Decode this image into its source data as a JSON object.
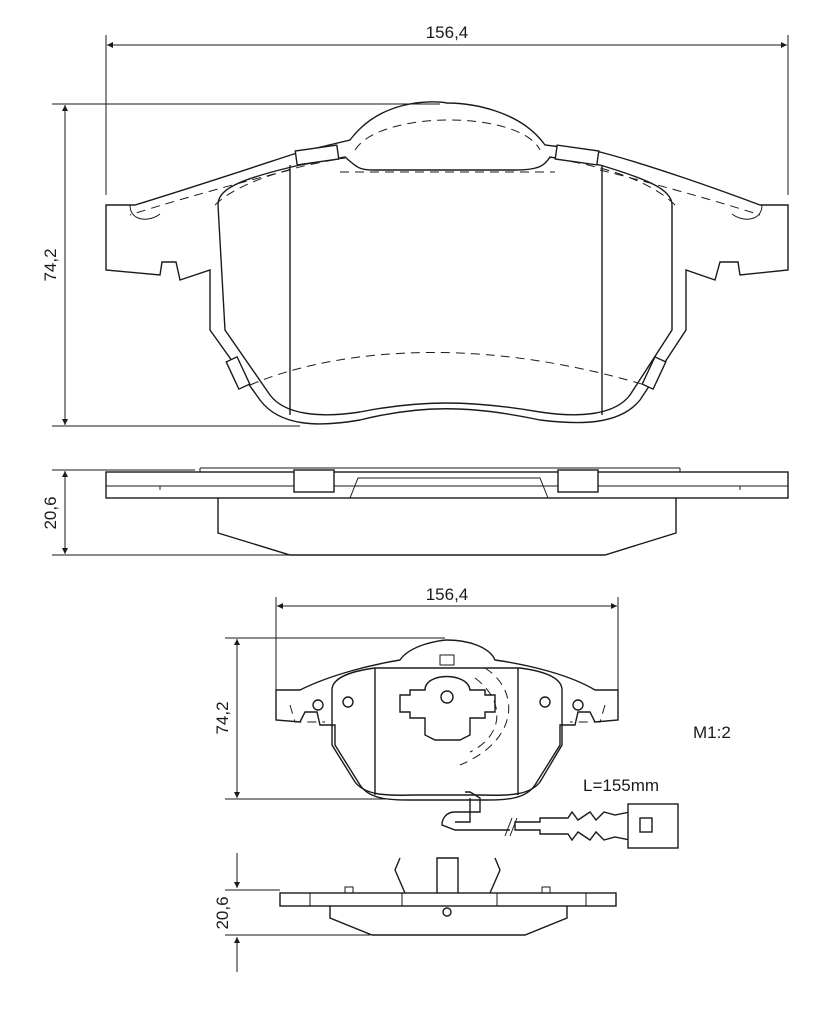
{
  "dimensions": {
    "top_view_width": "156,4",
    "top_view_height": "74,2",
    "side_view_thickness": "20,6",
    "bottom_view_width": "156,4",
    "bottom_view_height": "74,2",
    "bottom_side_thickness": "20,6"
  },
  "labels": {
    "scale": "M1:2",
    "sensor_cable_length": "L=155mm"
  },
  "colors": {
    "line": "#1a1a1a",
    "background": "#ffffff"
  }
}
